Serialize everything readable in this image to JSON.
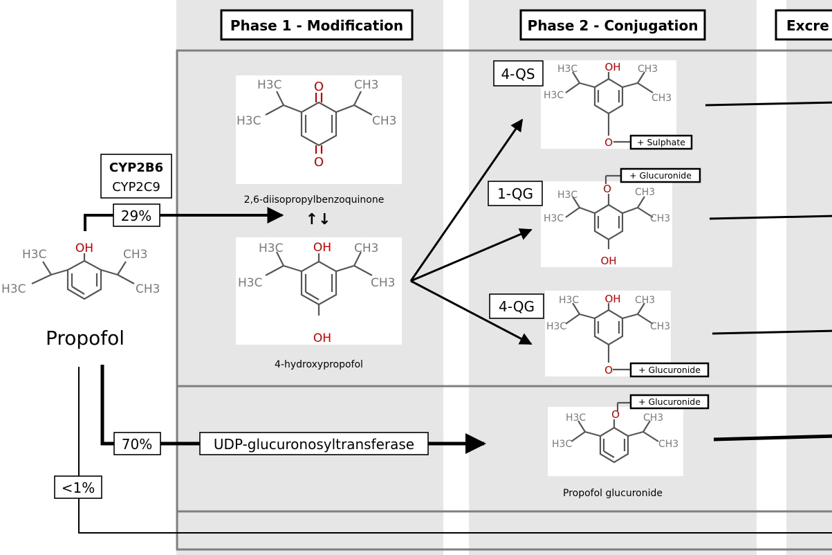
{
  "phases": {
    "phase1": "Phase 1 - Modification",
    "phase2": "Phase 2 - Conjugation",
    "phase3": "Excre"
  },
  "propofol": {
    "name": "Propofol",
    "oh": "OH",
    "ch3_left_top": "H3C",
    "ch3_left_bottom": "H3C",
    "ch3_right_top": "CH3",
    "ch3_right_bottom": "CH3"
  },
  "enzymes": {
    "primary": "CYP2B6",
    "secondary": "CYP2C9",
    "ugt": "UDP-glucuronosyltransferase"
  },
  "percentages": {
    "cyp": "29%",
    "ugt": "70%",
    "unchanged": "<1%"
  },
  "phase1_metabolites": [
    {
      "name": "2,6-diisopropylbenzoquinone"
    },
    {
      "name": "4-hydroxypropofol"
    }
  ],
  "phase2_metabolites": [
    {
      "label": "4-QS",
      "tag": "+ Sulphate"
    },
    {
      "label": "1-QG",
      "tag": "+ Glucuronide"
    },
    {
      "label": "4-QG",
      "tag": "+ Glucuronide"
    },
    {
      "label": "",
      "name": "Propofol glucuronide",
      "tag": "+ Glucuronide"
    }
  ],
  "reversible_arrows": "↑↓",
  "colors": {
    "panel_background": "#e6e6e6",
    "frame": "#7f7f7f",
    "oxygen_red": "#c00000",
    "bond_gray": "#555555"
  }
}
